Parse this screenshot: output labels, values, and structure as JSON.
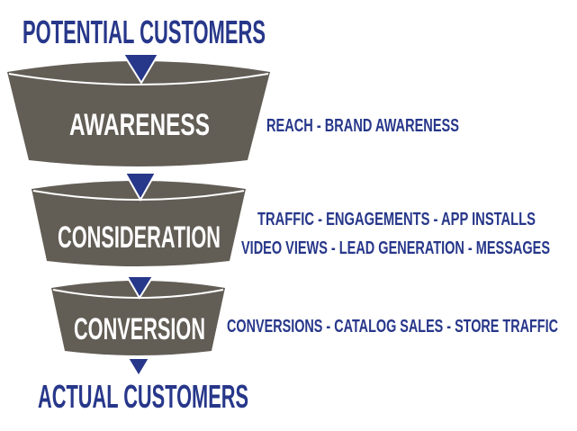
{
  "colors": {
    "accent": "#27378a",
    "funnel": "#625d55",
    "label": "#ffffff"
  },
  "top_label": "POTENTIAL CUSTOMERS",
  "bottom_label": "ACTUAL CUSTOMERS",
  "stages": [
    {
      "label": "AWARENESS",
      "objectives": [
        "REACH - BRAND AWARENESS"
      ]
    },
    {
      "label": "CONSIDERATION",
      "objectives": [
        "TRAFFIC - ENGAGEMENTS - APP INSTALLS",
        "VIDEO VIEWS - LEAD GENERATION - MESSAGES"
      ]
    },
    {
      "label": "CONVERSION",
      "objectives": [
        "CONVERSIONS - CATALOG SALES - STORE TRAFFIC"
      ]
    }
  ]
}
